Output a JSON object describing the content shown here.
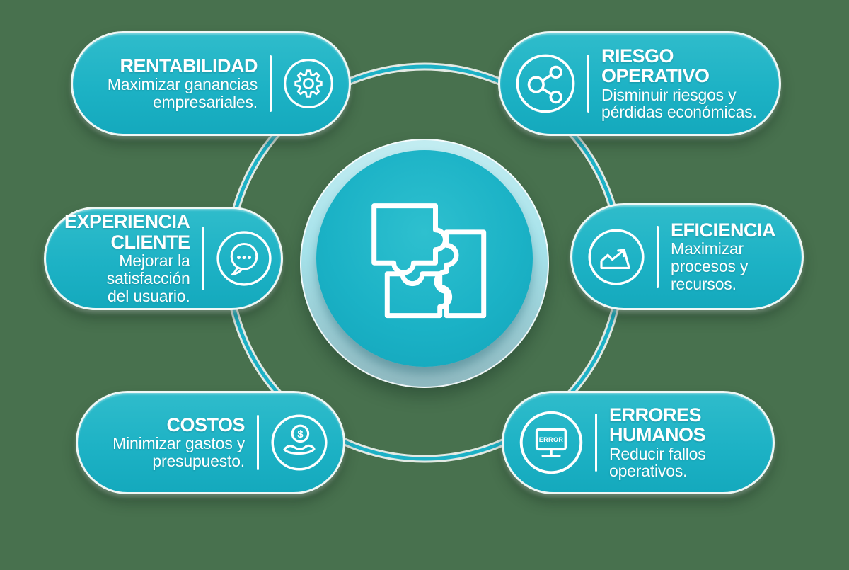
{
  "colors": {
    "background": "#48714e",
    "pill_teal": "#1db2c5",
    "pill_teal_light": "#2fbccb",
    "ring_teal": "#1db1c6",
    "center_outer_light": "#a5e2ea",
    "center_outer_shade": "#8fb9c0",
    "white": "#ffffff"
  },
  "center": {
    "icon": "puzzle-icon"
  },
  "pills": {
    "rentabilidad": {
      "title_lines": [
        "RENTABILIDAD"
      ],
      "subtitle_lines": [
        "Maximizar ganancias",
        "empresariales."
      ],
      "icon": "gear-icon"
    },
    "riesgo_operativo": {
      "title_lines": [
        "RIESGO OPERATIVO"
      ],
      "subtitle_lines": [
        "Disminuir riesgos y",
        "pérdidas económicas."
      ],
      "icon": "share-icon"
    },
    "experiencia_cliente": {
      "title_lines": [
        "EXPERIENCIA",
        "CLIENTE"
      ],
      "subtitle_lines": [
        "Mejorar la",
        "satisfacción",
        "del usuario."
      ],
      "icon": "chat-dots-icon"
    },
    "eficiencia": {
      "title_lines": [
        "EFICIENCIA"
      ],
      "subtitle_lines": [
        "Maximizar",
        "procesos y",
        "recursos."
      ],
      "icon": "chart-up-icon"
    },
    "costos": {
      "title_lines": [
        "COSTOS"
      ],
      "subtitle_lines": [
        "Minimizar gastos y",
        "presupuesto."
      ],
      "icon": "hand-dollar-icon"
    },
    "errores_humanos": {
      "title_lines": [
        "ERRORES HUMANOS"
      ],
      "subtitle_lines": [
        "Reducir fallos",
        "operativos."
      ],
      "icon": "monitor-error-icon"
    }
  },
  "icon_labels": {
    "error": "ERROR",
    "dollar": "$"
  }
}
